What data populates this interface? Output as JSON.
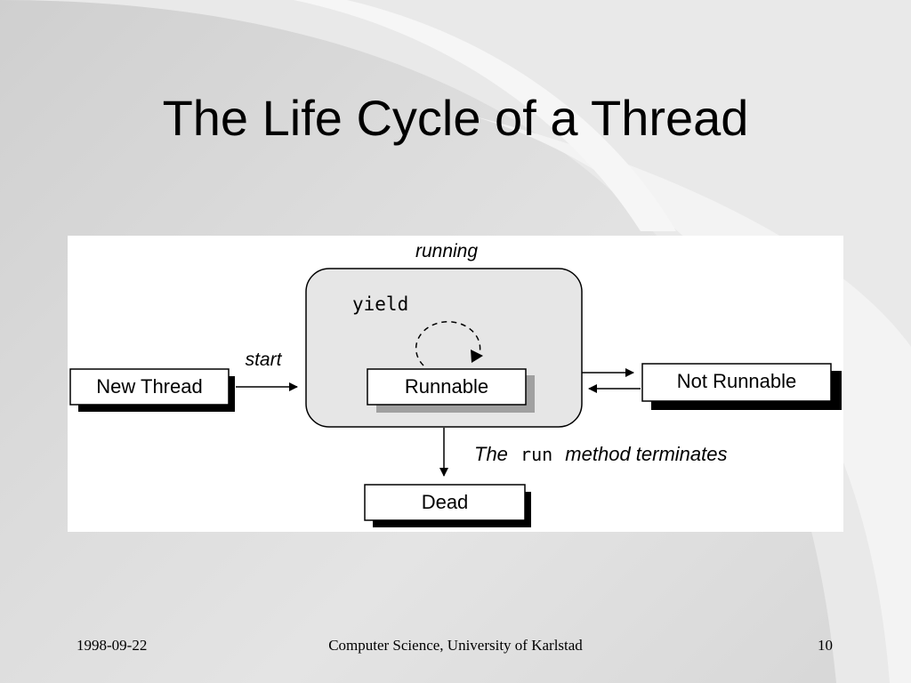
{
  "slide": {
    "title": "The Life Cycle of a Thread"
  },
  "diagram": {
    "nodes": {
      "new_thread": "New Thread",
      "runnable": "Runnable",
      "not_runnable": "Not Runnable",
      "dead": "Dead"
    },
    "labels": {
      "running": "running",
      "yield": "yield",
      "start": "start",
      "terminates_the": "The",
      "terminates_run": "run",
      "terminates_method": "method terminates"
    },
    "colors": {
      "running_region": "#e6e6e6",
      "box_shadow": "#000000",
      "runnable_shadow": "#a0a0a0"
    }
  },
  "footer": {
    "date": "1998-09-22",
    "center": "Computer Science, University of Karlstad",
    "page": "10"
  }
}
